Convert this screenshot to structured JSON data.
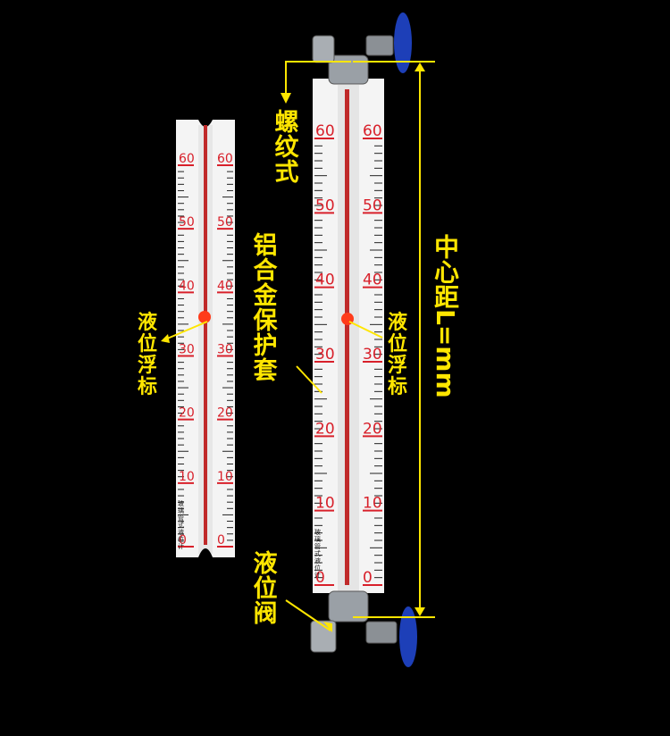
{
  "labels": {
    "threaded_type": "螺纹式",
    "aluminum_alloy_sleeve": "铝合金保护套",
    "float_left": "液位浮标",
    "float_right": "液位浮标",
    "level_valve": "液位阀",
    "center_distance": "中心距L=mm"
  },
  "scale": {
    "ticks": [
      "0",
      "10",
      "20",
      "30",
      "40",
      "50",
      "60"
    ],
    "product_text": "玻璃管式液位计"
  },
  "colors": {
    "background": "#000000",
    "callout": "#ffe600",
    "scale_number": "#d8202a",
    "float_ball": "#ff3b1a",
    "handwheel": "#1d3fb8"
  }
}
